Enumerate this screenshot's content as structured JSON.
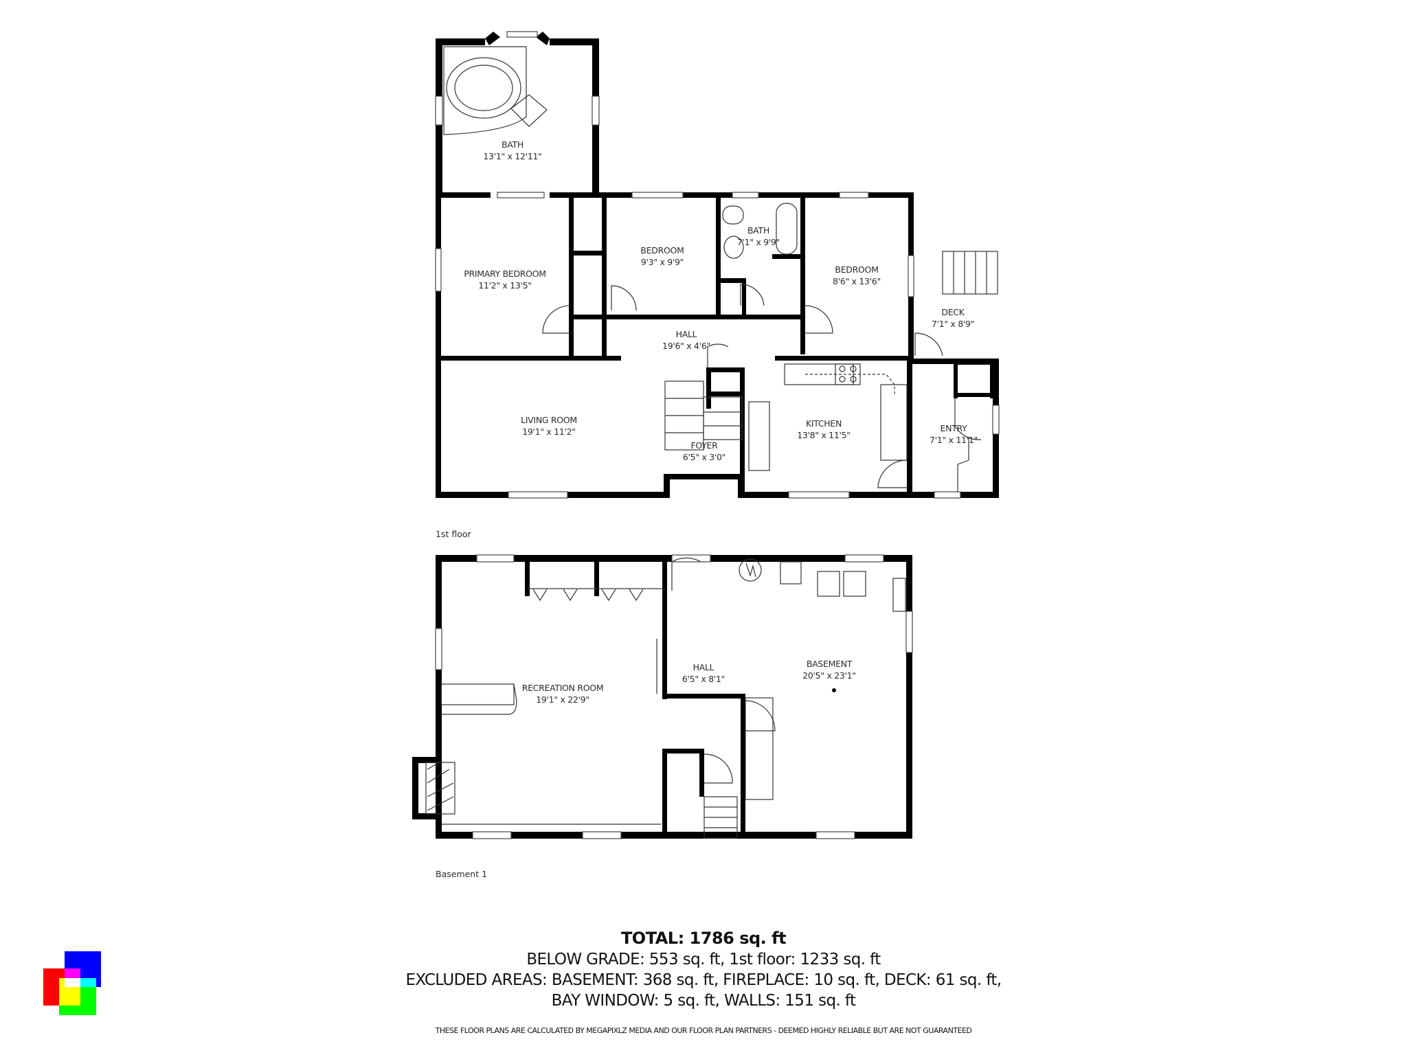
{
  "floors": [
    {
      "label": "1st floor",
      "rooms": [
        {
          "name": "BATH",
          "size": "13'1\" x 12'11\""
        },
        {
          "name": "PRIMARY BEDROOM",
          "size": "11'2\" x 13'5\""
        },
        {
          "name": "BEDROOM",
          "size": "9'3\" x 9'9\""
        },
        {
          "name": "BATH",
          "size": "7'1\" x 9'9\""
        },
        {
          "name": "BEDROOM",
          "size": "8'6\" x 13'6\""
        },
        {
          "name": "DECK",
          "size": "7'1\" x 8'9\""
        },
        {
          "name": "HALL",
          "size": "19'6\" x 4'6\""
        },
        {
          "name": "LIVING ROOM",
          "size": "19'1\" x 11'2\""
        },
        {
          "name": "FOYER",
          "size": "6'5\" x 3'0\""
        },
        {
          "name": "KITCHEN",
          "size": "13'8\" x 11'5\""
        },
        {
          "name": "ENTRY",
          "size": "7'1\" x 11'1\""
        }
      ]
    },
    {
      "label": "Basement 1",
      "rooms": [
        {
          "name": "RECREATION ROOM",
          "size": "19'1\" x 22'9\""
        },
        {
          "name": "HALL",
          "size": "6'5\" x 8'1\""
        },
        {
          "name": "BASEMENT",
          "size": "20'5\" x 23'1\""
        }
      ]
    }
  ],
  "summary": {
    "total": "TOTAL: 1786 sq. ft",
    "below_grade": "BELOW GRADE: 553 sq. ft, 1st floor: 1233 sq. ft",
    "excluded_1": "EXCLUDED AREAS: BASEMENT: 368 sq. ft, FIREPLACE: 10 sq. ft, DECK: 61 sq. ft,",
    "excluded_2": "BAY WINDOW: 5 sq. ft, WALLS: 151 sq. ft"
  },
  "disclaimer": "THESE FLOOR PLANS ARE CALCULATED BY MEGAPIXLZ MEDIA AND OUR FLOOR PLAN PARTNERS - DEEMED HIGHLY RELIABLE BUT ARE NOT GUARANTEED",
  "logo": {
    "colors": {
      "blue": "#0000ff",
      "red": "#ff0000",
      "green": "#00ff00",
      "magenta": "#ff00ff",
      "cyan": "#00ffff",
      "yellow": "#ffff00",
      "white": "#ffffff"
    }
  }
}
